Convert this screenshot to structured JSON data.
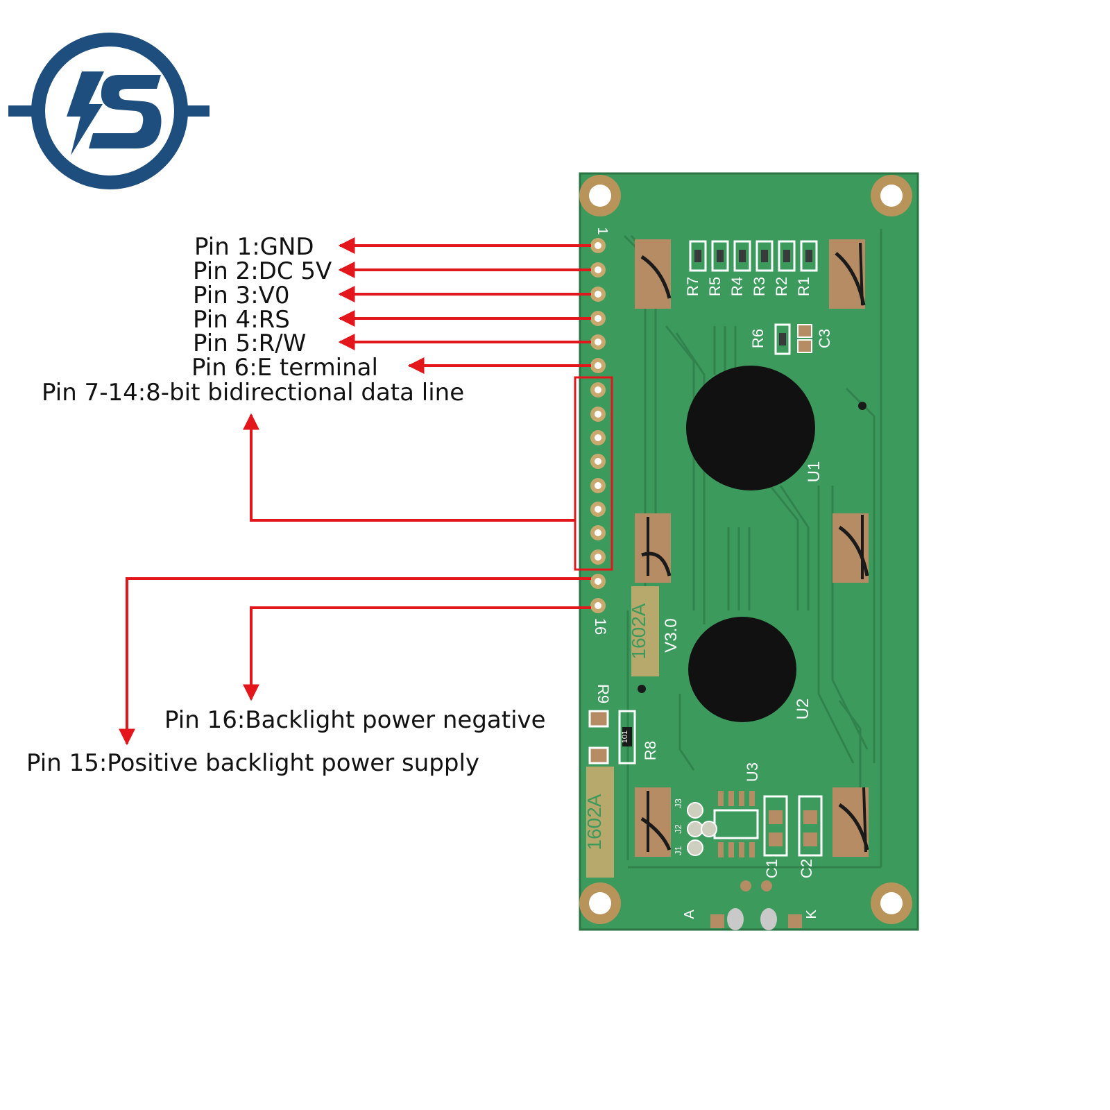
{
  "logo": {
    "name": "brand-logo",
    "color": "#1d4e7d"
  },
  "labels": {
    "pin1": "Pin 1:GND",
    "pin2": "Pin 2:DC 5V",
    "pin3": "Pin 3:V0",
    "pin4": "Pin 4:RS",
    "pin5": "Pin 5:R/W",
    "pin6": "Pin 6:E terminal",
    "pin7_14": "Pin 7-14:8-bit bidirectional data line",
    "pin16": "Pin 16:Backlight power negative",
    "pin15": "Pin 15:Positive backlight power supply"
  },
  "board": {
    "silkscreen": {
      "pin_first": "1",
      "pin_last": "16",
      "resistors": [
        "R7",
        "R5",
        "R4",
        "R3",
        "R2",
        "R1"
      ],
      "r6": "R6",
      "c3": "C3",
      "u1": "U1",
      "u2": "U2",
      "u3": "U3",
      "model_mid": "1602A",
      "version": "V3.0",
      "r9": "R9",
      "r8": "R8",
      "model_bottom": "1602A",
      "c1": "C1",
      "c2": "C2",
      "j1": "J1",
      "j2": "J2",
      "j3": "J3",
      "anode": "A",
      "cathode": "K",
      "r8_code": "101"
    }
  },
  "colors": {
    "arrow": "#e3161b",
    "pcb": "#3c9a5c",
    "pcb_dark": "#2f7f4b",
    "copper": "#b8935a",
    "blob": "#111111",
    "text": "#111111"
  }
}
